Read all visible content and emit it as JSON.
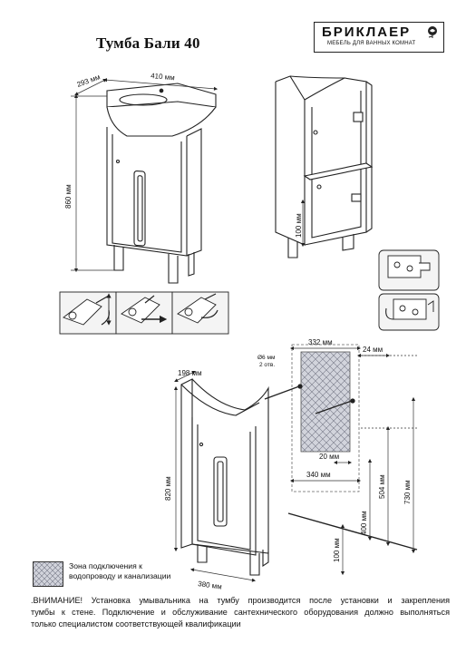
{
  "title": "Тумба Бали 40",
  "brand": {
    "name": "БРИКЛАЕР",
    "tagline": "МЕБЕЛЬ ДЛЯ ВАННЫХ КОМНАТ"
  },
  "dimensions": {
    "top_depth": "293 мм",
    "top_width": "410 мм",
    "total_height": "860 мм",
    "leg_height_side": "100 мм",
    "cabinet_depth": "198 мм",
    "cabinet_height": "820 мм",
    "cabinet_width": "380 мм",
    "leg_height_front": "100 мм",
    "zone_width": "332 мм",
    "zone_offset": "24 мм",
    "hole_note_1": "Ø6 мм",
    "hole_note_2": "2 отв.",
    "zone_inner_offset": "20 мм",
    "zone_lower_width": "340 мм",
    "height_400": "400 мм",
    "height_504": "504 мм",
    "height_730": "730 мм"
  },
  "legend": {
    "text_line1": "Зона подключения к",
    "text_line2": "водопроводу и канализации"
  },
  "notice": {
    "line1": ".ВНИМАНИЕ! Установка умывальника на тумбу производится после установки и закрепления",
    "line2": "тумбы к стене. Подключение и обслуживание сантехнического оборудования должно выполняться",
    "line3": "только специалистом соответствующей квалификации"
  },
  "colors": {
    "ink": "#111111",
    "zone": "#b9bcc8",
    "dim": "#333333"
  }
}
